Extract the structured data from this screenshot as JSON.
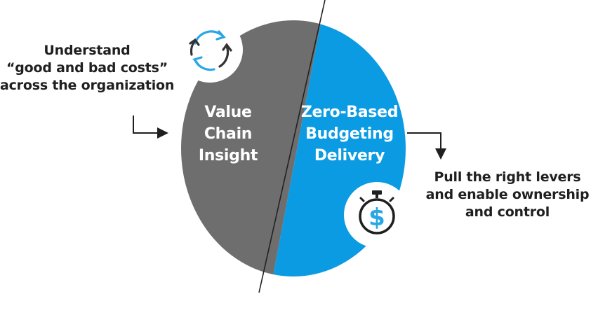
{
  "diagram": {
    "left_note": {
      "lines": [
        "Understand",
        "“good and bad costs”",
        "across the organization"
      ]
    },
    "right_note": {
      "lines": [
        "Pull the right levers",
        "and enable ownership",
        "and control"
      ]
    },
    "value_chain": {
      "lines": [
        "Value",
        "Chain",
        "Insight"
      ],
      "color": "#6e6e6e",
      "icon": "cycle-arrows-icon"
    },
    "zero_based_budgeting": {
      "lines": [
        "Zero-Based",
        "Budgeting",
        "Delivery"
      ],
      "color": "#0a9be3",
      "icon": "stopwatch-dollar-icon",
      "icon_symbol": "$"
    },
    "colors": {
      "text_dark": "#1f1f1f",
      "icon_blue": "#29a6e6",
      "icon_dark": "#333333"
    }
  }
}
